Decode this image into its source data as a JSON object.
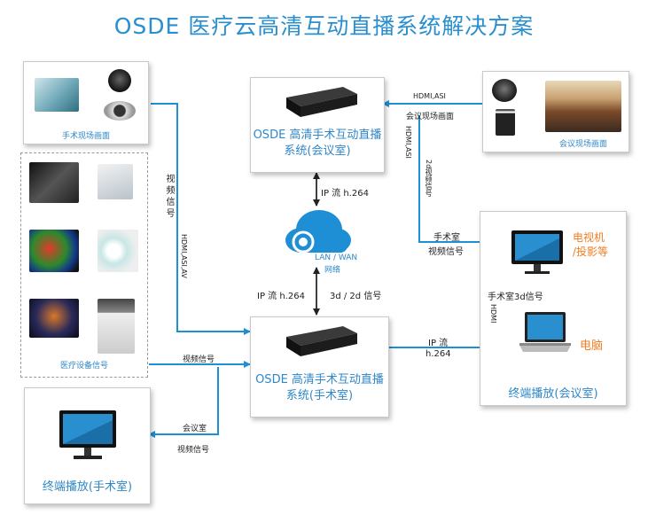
{
  "title": "OSDE 医疗云高清互动直播系统解决方案",
  "surgery_scene_caption": "手术现场画面",
  "meeting_scene_caption": "会议现场画面",
  "medical_devices_caption": "医疗设备信号",
  "system_meeting": "OSDE 高清手术互动直播系统(会议室)",
  "system_surgery": "OSDE 高清手术互动直播系统(手术室)",
  "network_label_1": "LAN / WAN",
  "network_label_2": "网络",
  "ip_stream_upper": "IP 流 h.264",
  "ip_stream_lower": "IP 流 h.264",
  "signal_3d2d": "3d / 2d 信号",
  "video_signal_vertical": "视频信号",
  "hdmi_asi_av": "HDMI,ASI,AV",
  "video_signal_lower": "视频信号",
  "hdmi_asi_top": "HDMI,ASI",
  "meeting_scene_arrow": "会议现场画面",
  "hdmi_asi_vertical": "HDMI,ASI",
  "signal_2d_video": "2d视频信号",
  "or_video_signal_1": "手术室",
  "or_video_signal_2": "视频信号",
  "tv_label_1": "电视机",
  "tv_label_2": "/投影等",
  "or_3d_signal": "手术室3d信号",
  "hdmi_small": "HDMI",
  "ip_stream_right_1": "IP 流",
  "ip_stream_right_2": "h.264",
  "computer_label": "电脑",
  "terminal_meeting": "终端播放(会议室)",
  "meeting_room_signal_1": "会议室",
  "meeting_room_signal_2": "视频信号",
  "terminal_surgery": "终端播放(手术室)"
}
